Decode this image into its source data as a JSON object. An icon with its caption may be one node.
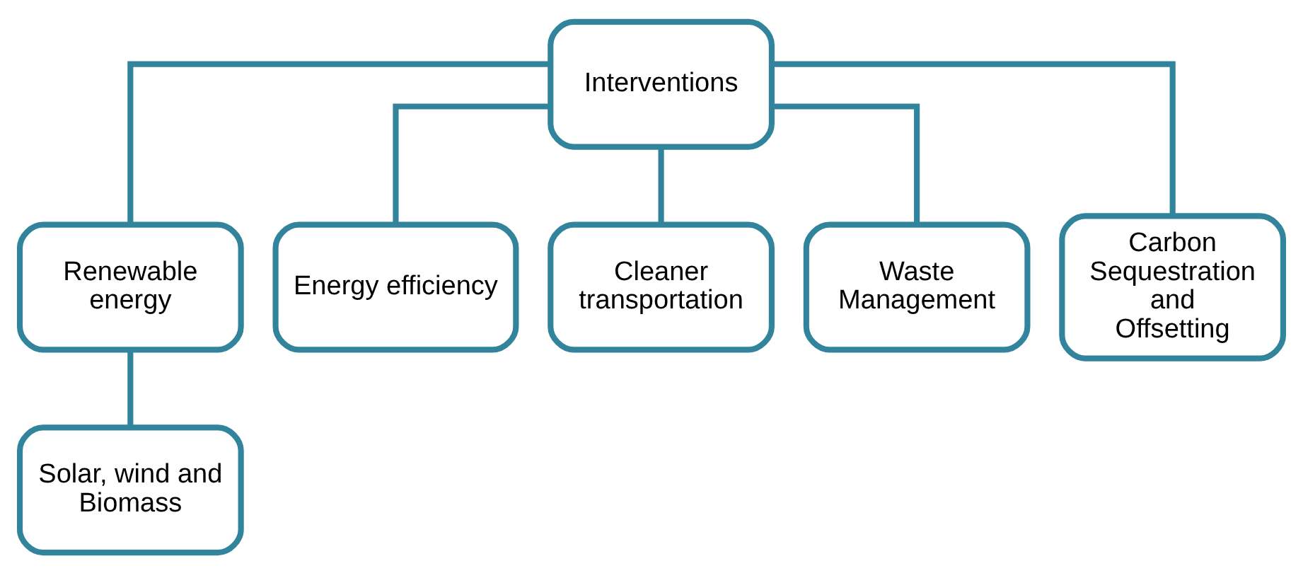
{
  "diagram": {
    "nodes": [
      {
        "text": [
          "Interventions"
        ]
      },
      {
        "text": [
          "Renewable energy"
        ]
      },
      {
        "text": [
          "Energy efficiency"
        ]
      },
      {
        "text": [
          "Cleaner transportation"
        ]
      },
      {
        "text": [
          "Waste Management"
        ]
      },
      {
        "text": [
          "Carbon Sequestration and Offsetting"
        ]
      },
      {
        "text": [
          "Solar, wind and Biomass"
        ]
      }
    ],
    "edges": [
      {
        "from": 0,
        "to": 1,
        "arrow": "none"
      },
      {
        "from": 0,
        "to": 2,
        "arrow": "none"
      },
      {
        "from": 0,
        "to": 3,
        "arrow": "none"
      },
      {
        "from": 0,
        "to": 4,
        "arrow": "none"
      },
      {
        "from": 0,
        "to": 5,
        "arrow": "none"
      },
      {
        "from": 1,
        "to": 6,
        "arrow": "none"
      }
    ]
  }
}
